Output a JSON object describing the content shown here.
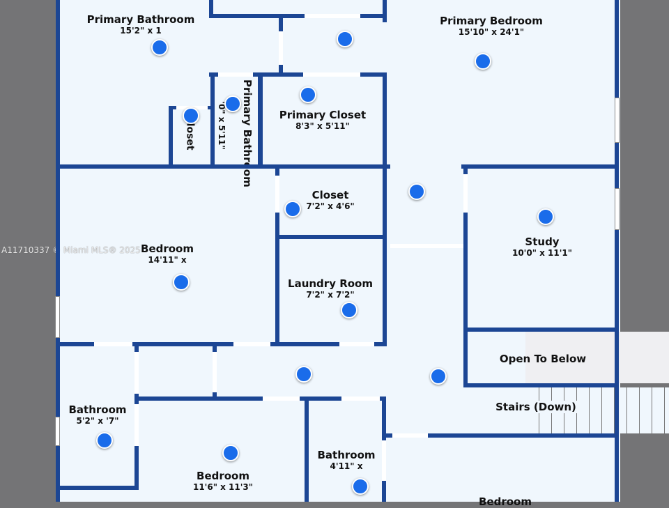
{
  "watermark": "A11710337 © Miami MLS® 2025",
  "rooms": {
    "primary_bathroom": {
      "name": "Primary Bathroom",
      "dims": "15'2\" x 1"
    },
    "primary_bedroom": {
      "name": "Primary Bedroom",
      "dims": "15'10\" x 24'1\""
    },
    "primary_closet": {
      "name": "Primary Closet",
      "dims": "8'3\" x 5'11\""
    },
    "small_closet": {
      "name": "Closet"
    },
    "primary_bathroom_2": {
      "name": "Primary Bathroom",
      "dims": "'0\" x 5'11\""
    },
    "closet": {
      "name": "Closet",
      "dims": "7'2\" x 4'6\""
    },
    "bedroom_1": {
      "name": "Bedroom",
      "dims": "14'11\" x"
    },
    "study": {
      "name": "Study",
      "dims": "10'0\" x 11'1\""
    },
    "laundry": {
      "name": "Laundry Room",
      "dims": "7'2\" x 7'2\""
    },
    "open_to_below": {
      "name": "Open To Below"
    },
    "stairs": {
      "name": "Stairs (Down)"
    },
    "bathroom_left": {
      "name": "Bathroom",
      "dims": "5'2\" x '7\""
    },
    "bedroom_2": {
      "name": "Bedroom",
      "dims": "11'6\" x 11'3\""
    },
    "bathroom_mid": {
      "name": "Bathroom",
      "dims": "4'11\" x"
    },
    "bedroom_3": {
      "name": "Bedroom"
    }
  },
  "colors": {
    "wall": "#1c4694",
    "floor": "#f0f7fd",
    "marker": "#1a6cea",
    "outside": "#747476"
  }
}
